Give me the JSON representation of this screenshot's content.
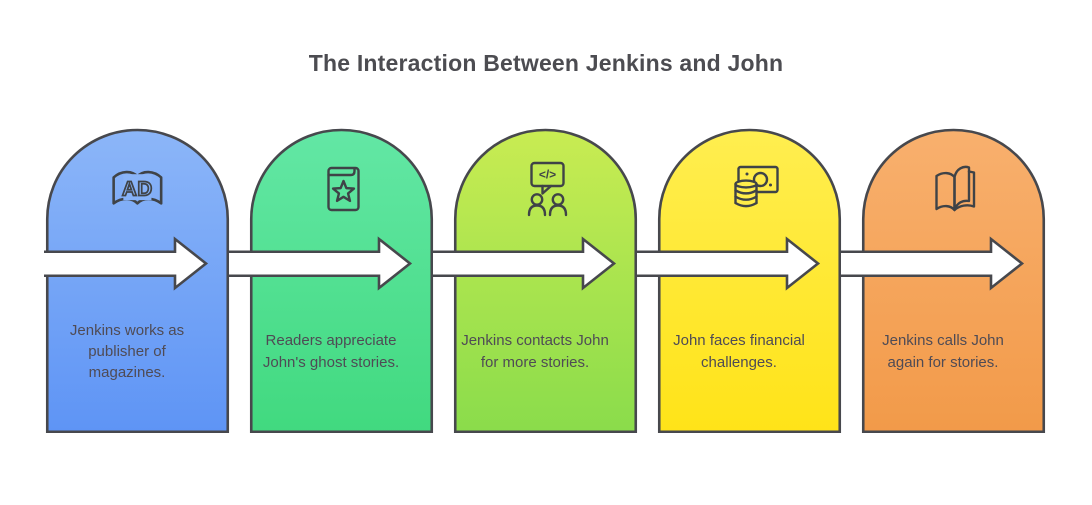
{
  "title": "The Interaction Between Jenkins and John",
  "cards": [
    {
      "id": "publisher",
      "icon": "magazine-ad-book-icon",
      "icon_label": "AD",
      "text": "Jenkins works as publisher of magazines.",
      "color_top": "#8CB6F8",
      "color_bottom": "#5E94F5"
    },
    {
      "id": "readers-appreciate",
      "icon": "storybook-star-icon",
      "icon_label": "",
      "text": "Readers appreciate John's ghost stories.",
      "color_top": "#63E7A5",
      "color_bottom": "#41D97F"
    },
    {
      "id": "contacts-for-stories",
      "icon": "conversation-code-icon",
      "icon_label": "</>",
      "text": "Jenkins contacts John for more stories.",
      "color_top": "#C9EC52",
      "color_bottom": "#8ADC4B"
    },
    {
      "id": "financial-challenges",
      "icon": "money-coins-icon",
      "icon_label": "",
      "text": "John faces financial challenges.",
      "color_top": "#FFEE50",
      "color_bottom": "#FFE318"
    },
    {
      "id": "calls-again",
      "icon": "open-book-icon",
      "icon_label": "",
      "text": "Jenkins calls John again for stories.",
      "color_top": "#F8B06E",
      "color_bottom": "#F29A49"
    }
  ],
  "style": {
    "outline": "#47484d",
    "icon_stroke": "#3f4347",
    "arrow_fill": "#ffffff",
    "text_color": "#4f4b55",
    "title_color": "#4c4c51",
    "background": "#ffffff"
  }
}
